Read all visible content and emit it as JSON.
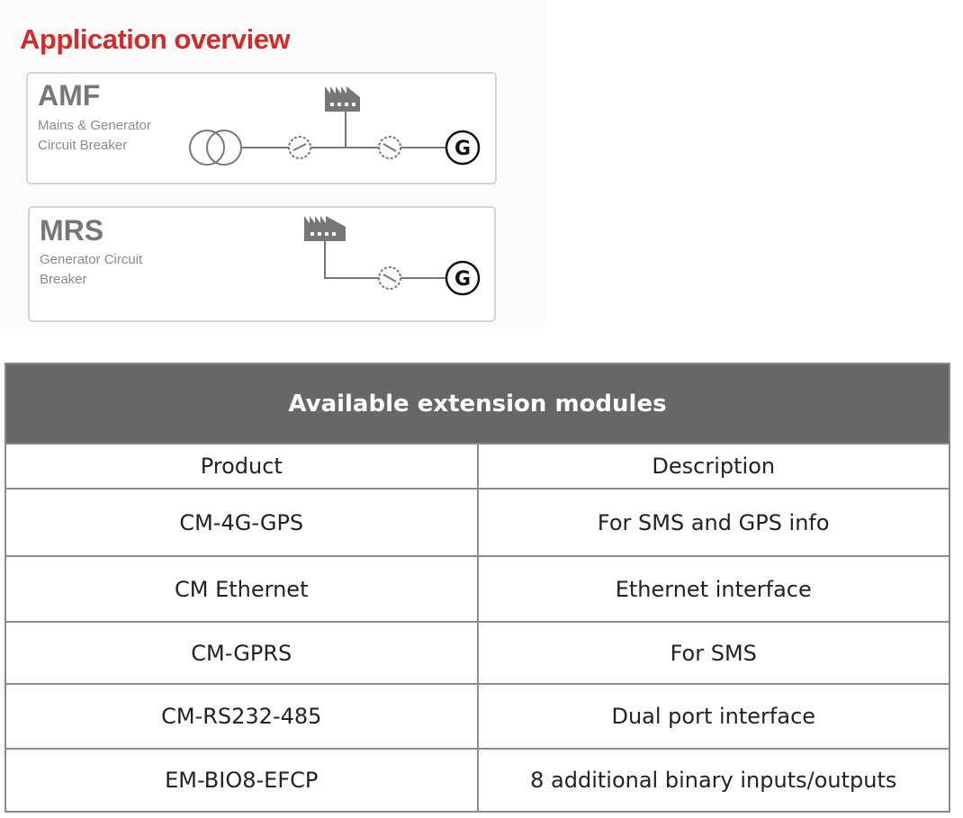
{
  "overview": {
    "title": "Application overview",
    "apps": [
      {
        "code": "AMF",
        "desc_lines": [
          "Mains & Generator",
          "Circuit Breaker"
        ],
        "generator_label": "G"
      },
      {
        "code": "MRS",
        "desc_lines": [
          "Generator Circuit",
          "Breaker"
        ],
        "generator_label": "G"
      }
    ]
  },
  "table": {
    "title": "Available extension modules",
    "headers": [
      "Product",
      "Description"
    ],
    "rows": [
      [
        "CM-4G-GPS",
        "For SMS and GPS info"
      ],
      [
        "CM Ethernet",
        "Ethernet interface"
      ],
      [
        "CM-GPRS",
        "For SMS"
      ],
      [
        "CM-RS232-485",
        "Dual port  interface"
      ],
      [
        "EM-BIO8-EFCP",
        "8 additional binary inputs/outputs"
      ]
    ]
  }
}
